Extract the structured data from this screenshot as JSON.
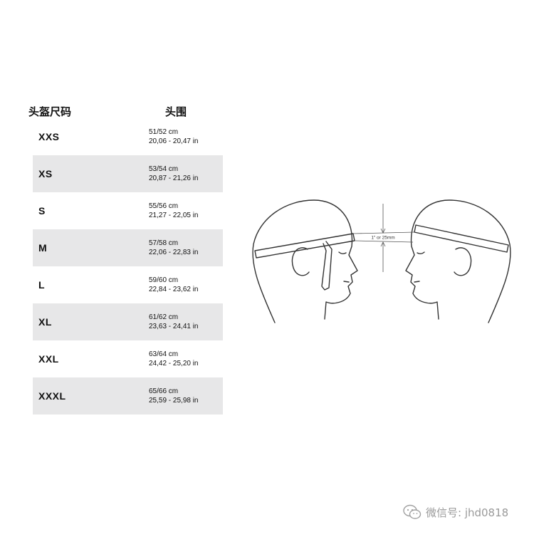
{
  "header": {
    "size_label": "头盔尺码",
    "circumference_label": "头围"
  },
  "sizes": [
    {
      "size": "XXS",
      "cm": "51/52 cm",
      "inch": "20,06 - 20,47 in"
    },
    {
      "size": "XS",
      "cm": "53/54 cm",
      "inch": "20,87 - 21,26 in"
    },
    {
      "size": "S",
      "cm": "55/56 cm",
      "inch": "21,27 - 22,05 in"
    },
    {
      "size": "M",
      "cm": "57/58 cm",
      "inch": "22,06 - 22,83 in"
    },
    {
      "size": "L",
      "cm": "59/60 cm",
      "inch": "22,84 - 23,62 in"
    },
    {
      "size": "XL",
      "cm": "61/62 cm",
      "inch": "23,63 - 24,41 in"
    },
    {
      "size": "XXL",
      "cm": "63/64 cm",
      "inch": "24,42 - 25,20 in"
    },
    {
      "size": "XXXL",
      "cm": "65/66 cm",
      "inch": "25,59 - 25,98 in"
    }
  ],
  "diagram": {
    "measure_label": "1\" or 25mm"
  },
  "watermark": {
    "text": "微信号: jhd0818",
    "icon": "wechat-icon"
  },
  "colors": {
    "row_shade": "#e7e7e8",
    "line": "#333333"
  }
}
